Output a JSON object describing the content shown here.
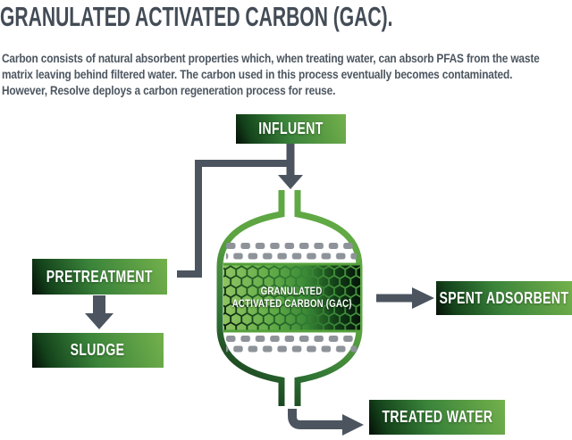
{
  "title": "GRANULATED ACTIVATED CARBON (GAC).",
  "description": "Carbon consists of natural absorbent properties which, when treating water, can absorb PFAS from the waste matrix leaving behind filtered water. The carbon used in this process eventually becomes contaminated. However, Resolve deploys a carbon regeneration process for reuse.",
  "nodes": {
    "influent": "INFLUENT",
    "pretreatment": "PRETREATMENT",
    "sludge": "SLUDGE",
    "spent_adsorbent": "SPENT ADSORBENT",
    "treated_water": "TREATED WATER"
  },
  "tank": {
    "label_line1": "GRANULATED",
    "label_line2": "ACTIVATED CARBON (GAC)"
  },
  "colors": {
    "accent_green": "#5ba441",
    "dark_green": "#0d2412",
    "pipe_slate": "#4c555f",
    "title_text": "#434c56",
    "body_text": "#4d5761",
    "checker_gray": "#8d9399",
    "label_text": "#ffffff"
  }
}
